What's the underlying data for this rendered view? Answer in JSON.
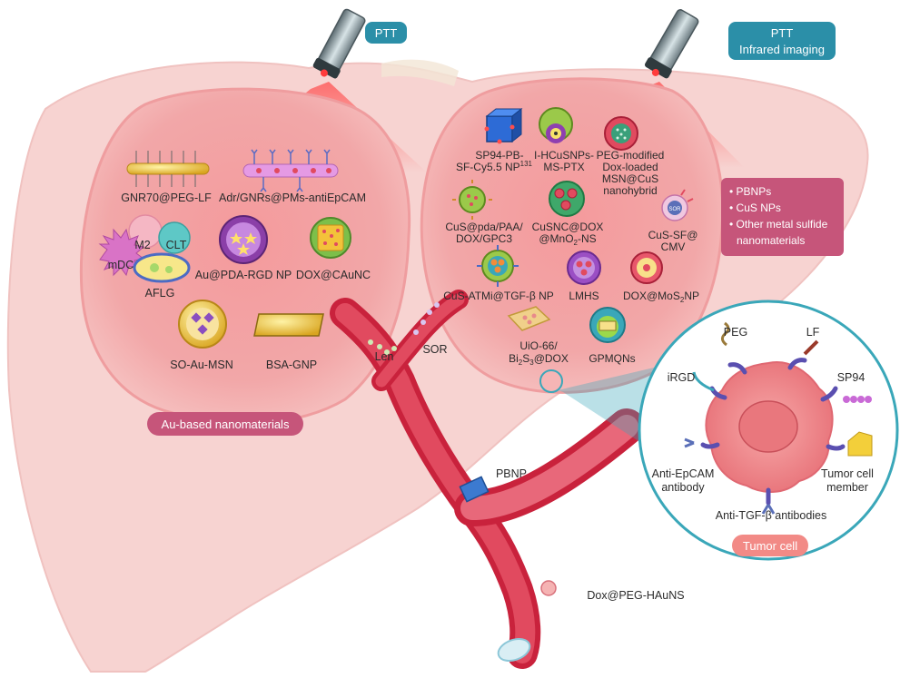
{
  "laser_left": {
    "label": "PTT"
  },
  "laser_right": {
    "label_line1": "PTT",
    "label_line2": "Infrared imaging"
  },
  "left_tumor": {
    "title": "Au-based nanomaterials",
    "items": [
      {
        "label": "GNR70@PEG-LF"
      },
      {
        "label": "Adr/GNRs@PMs-antiEpCAM"
      },
      {
        "label": "M2"
      },
      {
        "label": "CLT"
      },
      {
        "label": "mDC"
      },
      {
        "label": "AFLG"
      },
      {
        "label": "Au@PDA-RGD NP"
      },
      {
        "label": "DOX@CAuNC"
      },
      {
        "label": "SO-Au-MSN"
      },
      {
        "label": "BSA-GNP"
      }
    ]
  },
  "right_tumor": {
    "items": [
      {
        "line1": "SP94-PB-",
        "line2": "SF-Cy5.5 NP",
        "sup": "131"
      },
      {
        "line1": "I-HCuSNPs-",
        "line2": "MS-PTX"
      },
      {
        "line1": "PEG-modified",
        "line2": "Dox-loaded",
        "line3": "MSN@CuS",
        "line4": "nanohybrid"
      },
      {
        "line1": "CuS@pda/PAA/",
        "line2": "DOX/GPC3"
      },
      {
        "line1": "CuSNC@DOX",
        "line2": "@MnO",
        "sub": "2",
        "tail": "-NS"
      },
      {
        "line1": "CuS-SF@",
        "line2": "CMV",
        "badge": "SOR"
      },
      {
        "label": "CuS-ATMi@TGF-β NP"
      },
      {
        "label": "LMHS"
      },
      {
        "label": "DOX@MoS",
        "sub": "2",
        "tail": "NP"
      },
      {
        "line1": "UiO-66/",
        "line2_a": "Bi",
        "sub_a": "2",
        "line2_b": "S",
        "sub_b": "3",
        "line2_c": "@DOX"
      },
      {
        "label": "GPMQNs"
      }
    ]
  },
  "metal_sulfide_box": {
    "bullets": [
      "PBNPs",
      "CuS NPs",
      "Other metal sulfide",
      "nanomaterials"
    ]
  },
  "vessel": {
    "drug_left": "Len",
    "drug_right": "SOR",
    "pbnp": "PBNP",
    "dox": "Dox@PEG-HAuNS"
  },
  "tumor_cell": {
    "title": "Tumor cell",
    "ligands": {
      "peg": "PEG",
      "lf": "LF",
      "irgd": "iRGD",
      "sp94": "SP94",
      "epcam_line1": "Anti-EpCAM",
      "epcam_line2": "antibody",
      "tgf": "Anti-TGF-β antibodies",
      "member_line1": "Tumor cell",
      "member_line2": "member"
    }
  },
  "colors": {
    "liver": "#f6cfcd",
    "tumor": "#f3a9ab",
    "vessel": "#d8344a",
    "pill_magenta": "#c6557a",
    "pill_teal": "#2b8fa8",
    "cell_teal": "#3aa7b9"
  }
}
